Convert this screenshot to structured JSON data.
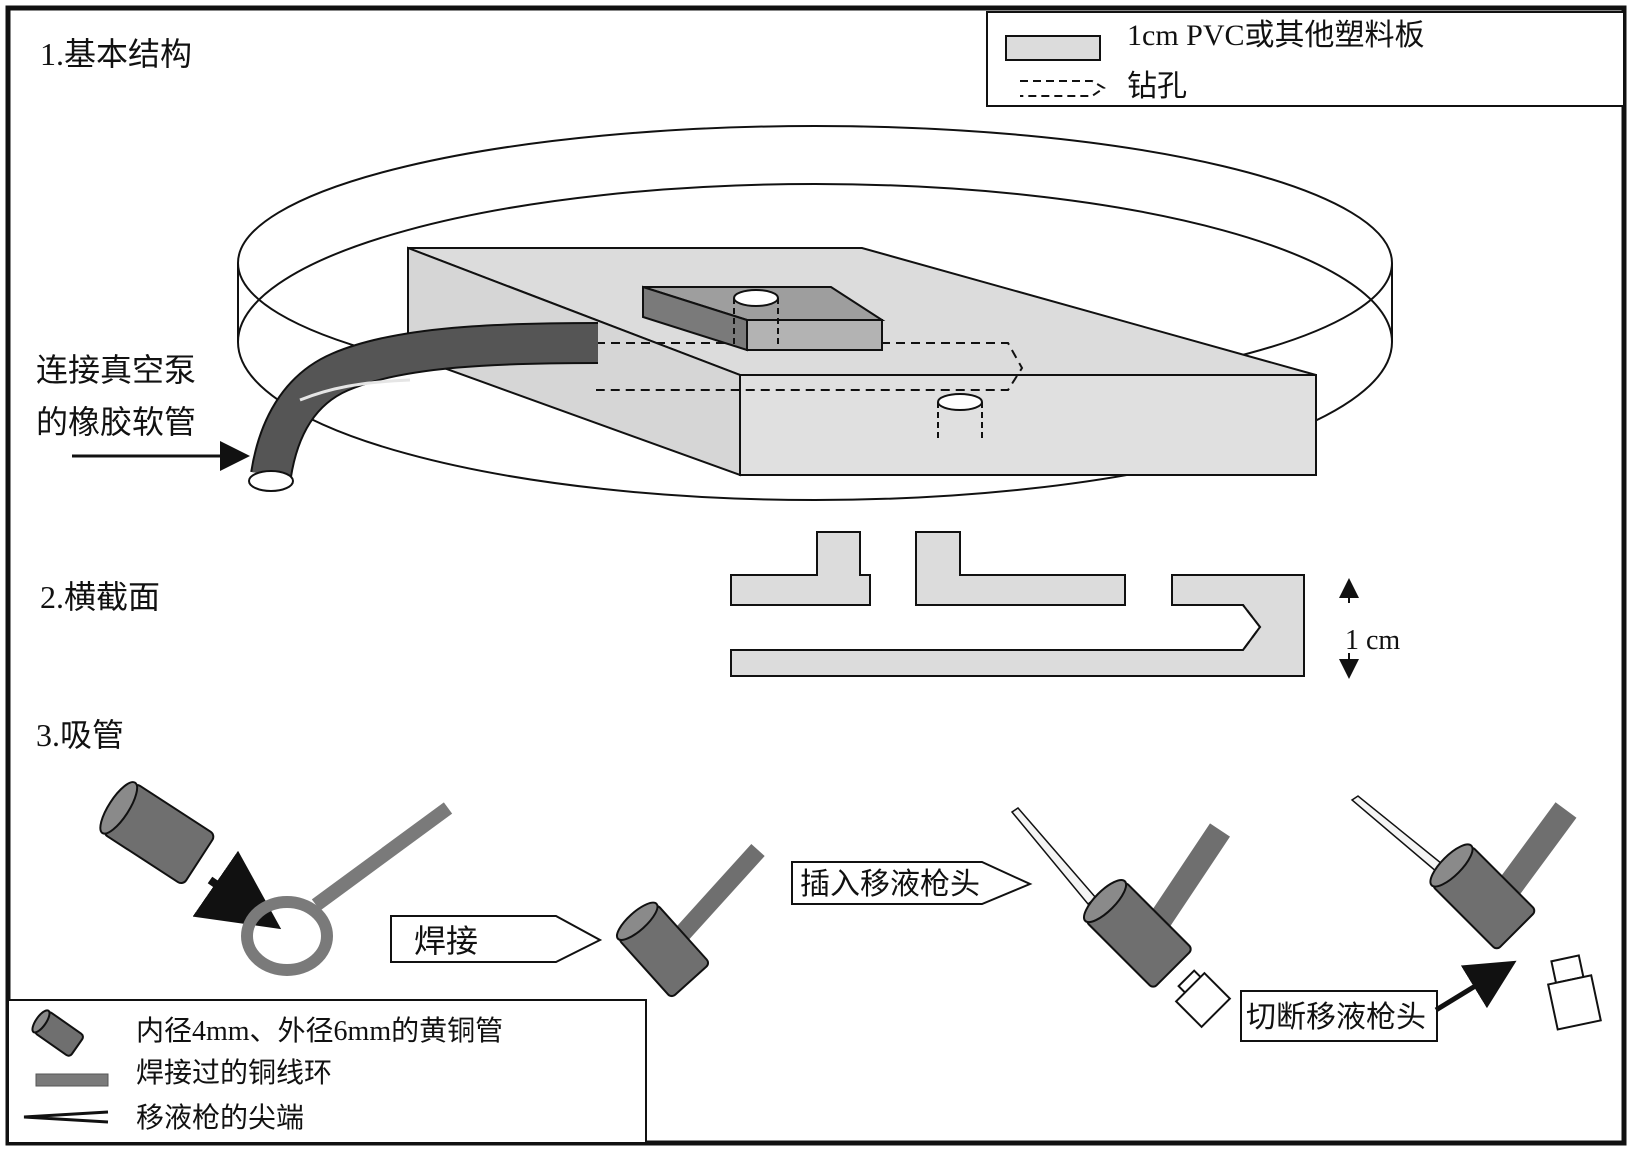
{
  "sections": {
    "basic_structure": "1.基本结构",
    "cross_section": "2.横截面",
    "pipette": "3.吸管"
  },
  "legend_top": {
    "plate": "1cm PVC或其他塑料板",
    "drill_hole": "钻孔"
  },
  "labels": {
    "hose_line1": "连接真空泵",
    "hose_line2": "的橡胶软管",
    "thickness": "1 cm"
  },
  "steps": {
    "weld": "焊接",
    "insert_tip": "插入移液枪头",
    "cut_tip": "切断移液枪头"
  },
  "legend_bottom": {
    "brass_tube": "内径4mm、外径6mm的黄铜管",
    "copper_ring": "焊接过的铜线环",
    "pipette_tip": "移液枪的尖端"
  },
  "colors": {
    "plate_fill": "#dcdcdc",
    "tube_fill": "#6f6f6f",
    "hose_fill": "#555555",
    "line": "#111111"
  }
}
